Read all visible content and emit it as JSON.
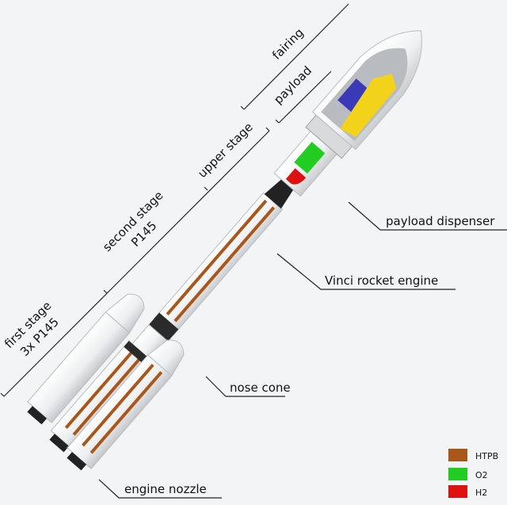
{
  "labels": {
    "fairing": "fairing",
    "payload": "payload",
    "upper_stage": "upper stage",
    "second_stage_line1": "second stage",
    "second_stage_line2": "P145",
    "first_stage_line1": "first stage",
    "first_stage_line2": "3x P145",
    "payload_dispenser": "payload dispenser",
    "vinci_engine": "Vinci rocket engine",
    "nose_cone": "nose cone",
    "engine_nozzle": "engine nozzle"
  },
  "legend": {
    "items": [
      {
        "label": "HTPB",
        "color": "#a8561a"
      },
      {
        "label": "O2",
        "color": "#22cc22"
      },
      {
        "label": "H2",
        "color": "#dd1111"
      }
    ]
  },
  "colors": {
    "body": "#ffffff",
    "body_shade": "#cfd3d6",
    "fairing_window": "#b8bcc0",
    "satellite": "#3a3ab8",
    "dispenser": "#f2d21a",
    "engine": "#222222"
  }
}
